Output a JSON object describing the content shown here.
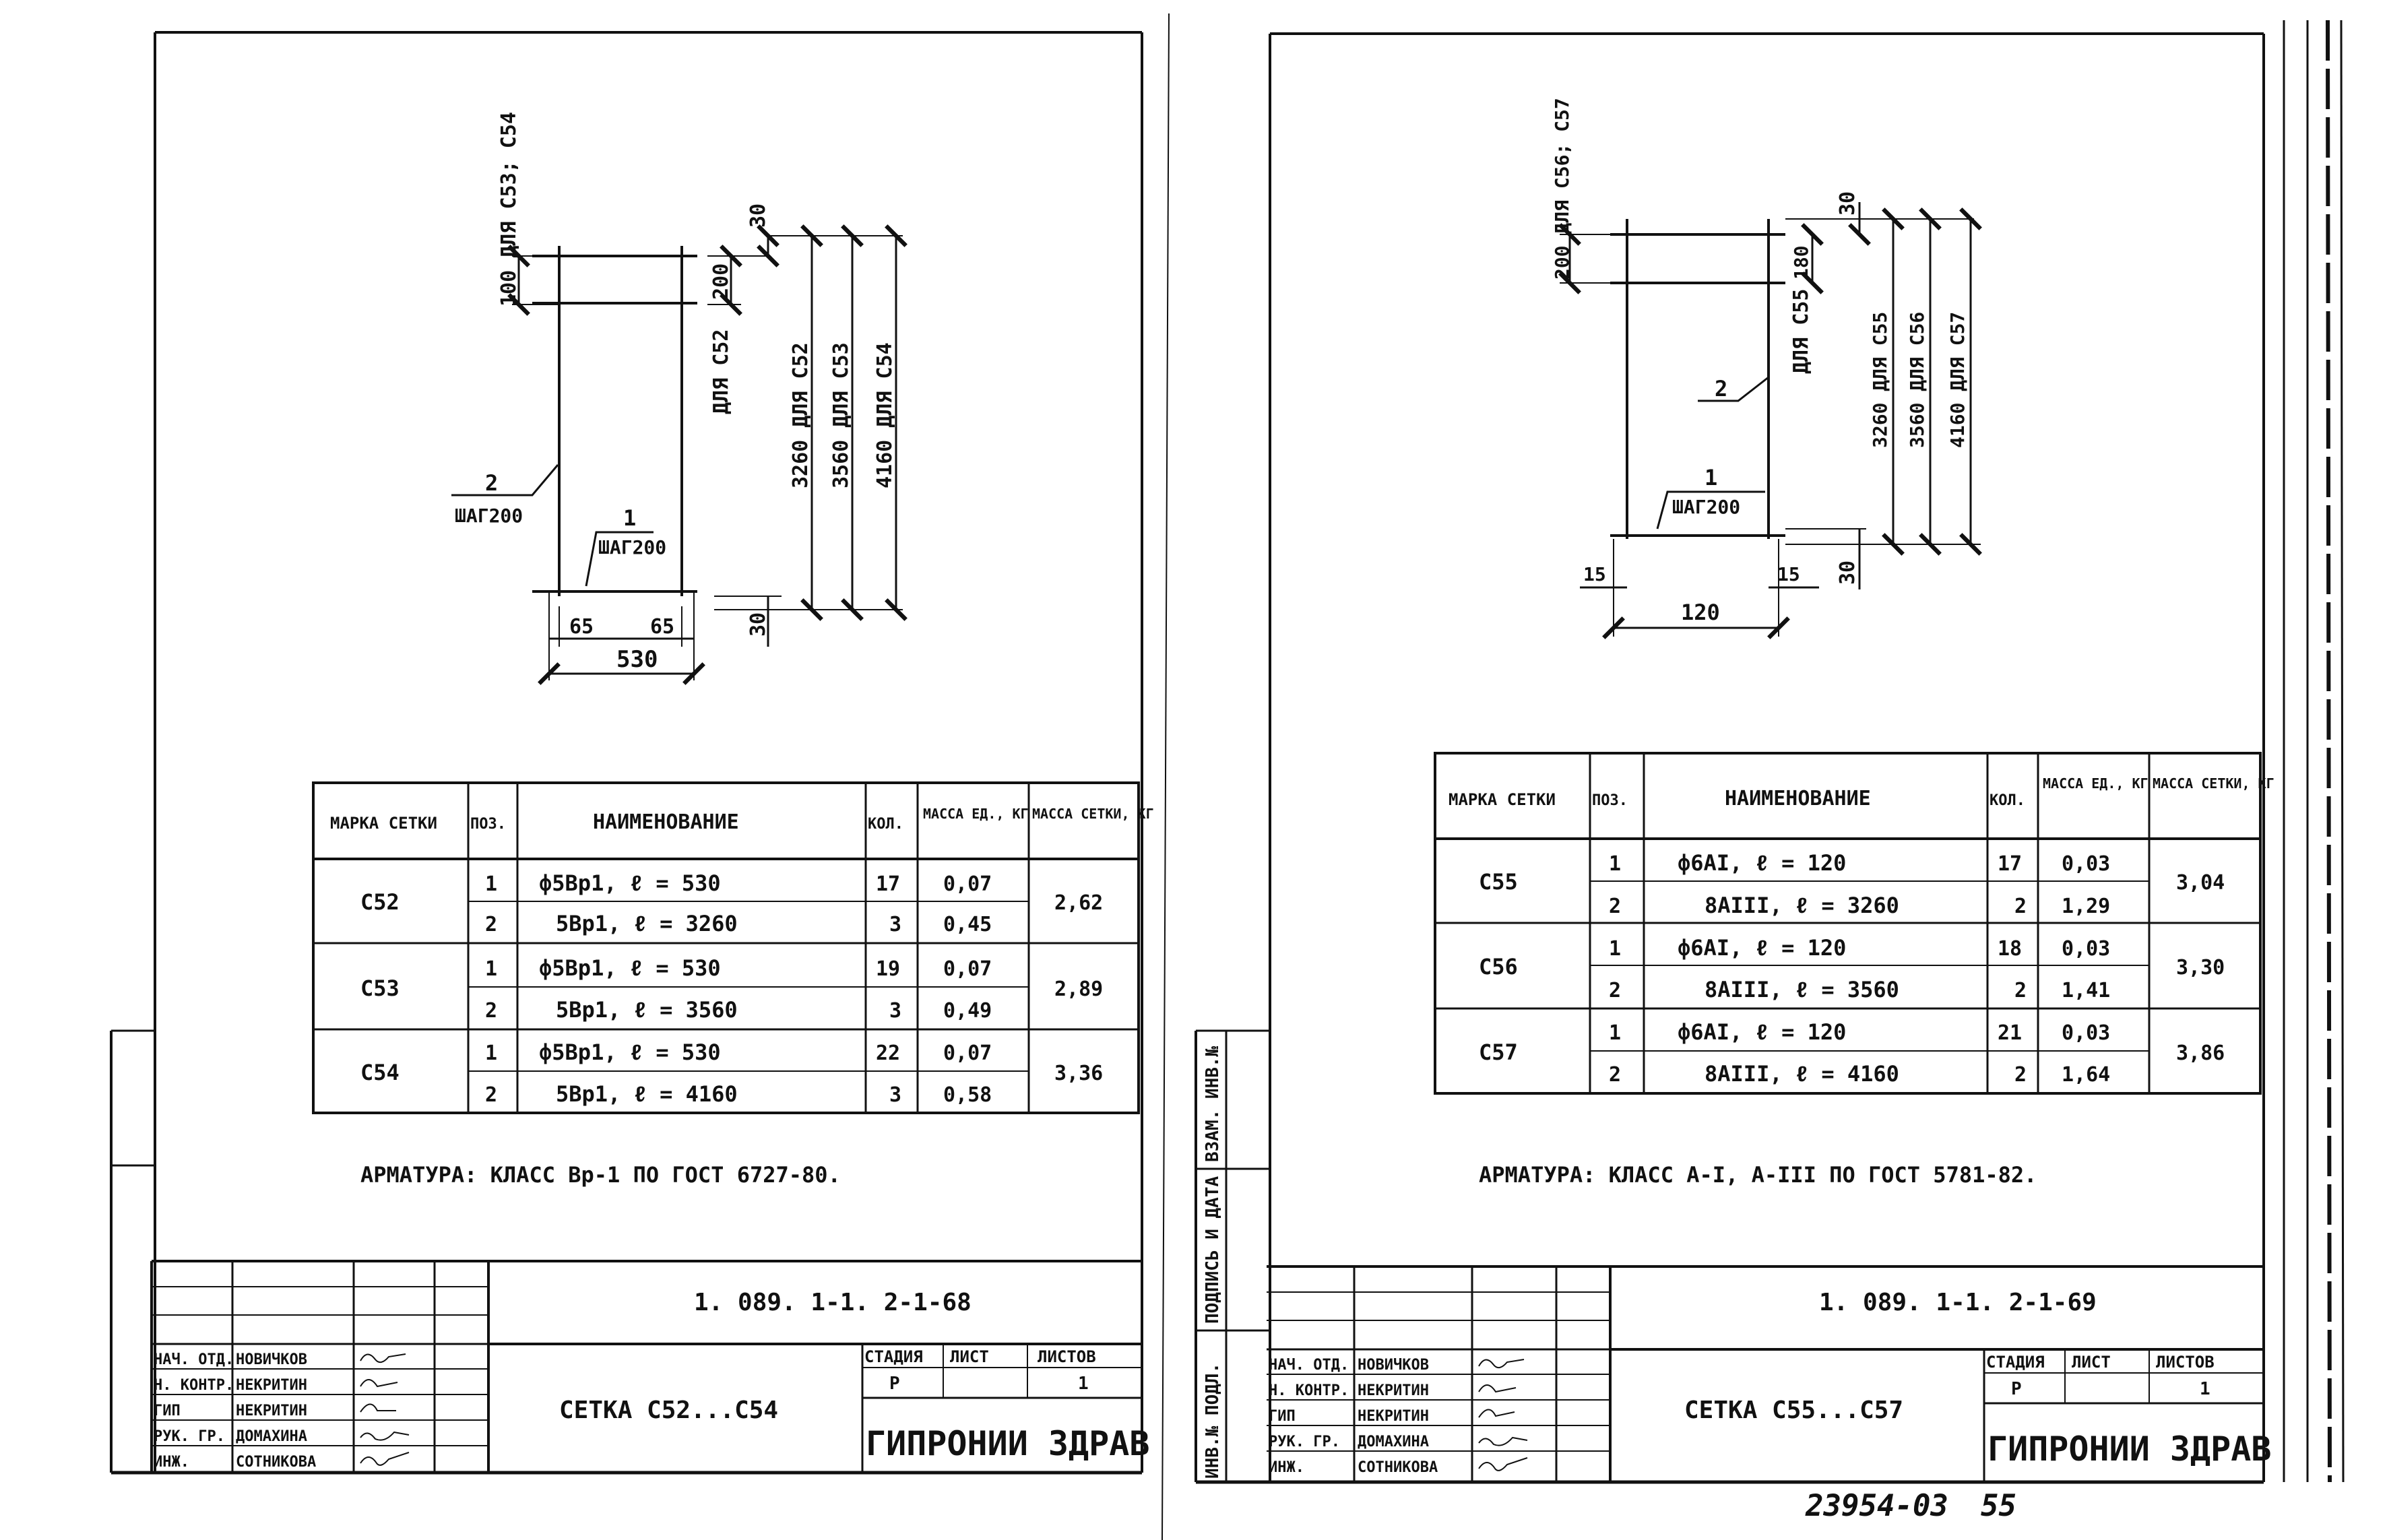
{
  "sheets": [
    {
      "sketch": {
        "top_band": "100 ДЛЯ С53; С54",
        "band_200": "200",
        "for_c52": "ДЛЯ С52",
        "top_30": "30",
        "len_c52": "3260 ДЛЯ С52",
        "len_c53": "3560 ДЛЯ С53",
        "len_c54": "4160 ДЛЯ С54",
        "bottom_30": "30",
        "pos2": "2",
        "pos2_step": "ШАГ200",
        "pos1": "1",
        "pos1_step": "ШАГ200",
        "left_65": "65",
        "right_65": "65",
        "width": "530"
      },
      "table": {
        "headers": [
          "МАРКА СЕТКИ",
          "ПОЗ.",
          "НАИМЕНОВАНИЕ",
          "КОЛ.",
          "МАССА ЕД., КГ",
          "МАССА СЕТКИ, КГ"
        ],
        "groups": [
          {
            "mark": "С52",
            "total": "2,62",
            "rows": [
              {
                "pos": "1",
                "name": "ф5Вр1,  ℓ =  530",
                "qty": "17",
                "mass": "0,07"
              },
              {
                "pos": "2",
                "name": "5Вр1,  ℓ = 3260",
                "qty": "3",
                "mass": "0,45"
              }
            ]
          },
          {
            "mark": "С53",
            "total": "2,89",
            "rows": [
              {
                "pos": "1",
                "name": "ф5Вр1,  ℓ =  530",
                "qty": "19",
                "mass": "0,07"
              },
              {
                "pos": "2",
                "name": "5Вр1,  ℓ = 3560",
                "qty": "3",
                "mass": "0,49"
              }
            ]
          },
          {
            "mark": "С54",
            "total": "3,36",
            "rows": [
              {
                "pos": "1",
                "name": "ф5Вр1,  ℓ =  530",
                "qty": "22",
                "mass": "0,07"
              },
              {
                "pos": "2",
                "name": "5Вр1,  ℓ = 4160",
                "qty": "3",
                "mass": "0,58"
              }
            ]
          }
        ]
      },
      "note": "АРМАТУРА: КЛАСС Вр-1 ПО  ГОСТ 6727-80.",
      "stamp": {
        "code": "1. 089. 1-1. 2-1-68",
        "title": "СЕТКА С52...С54",
        "stage_label": "СТАДИЯ",
        "sheet_label": "ЛИСТ",
        "sheets_label": "ЛИСТОВ",
        "stage": "Р",
        "sheets": "1",
        "org": "ГИПРОНИИ ЗДРАВ",
        "roles": [
          "НАЧ. ОТД.",
          "Н. КОНТР.",
          "ГИП",
          "РУК. ГР.",
          "ИНЖ."
        ],
        "names": [
          "НОВИЧКОВ",
          "НЕКРИТИН",
          "НЕКРИТИН",
          "ДОМАХИНА",
          "СОТНИКОВА"
        ]
      }
    },
    {
      "sketch": {
        "top_band": "200 ДЛЯ С56; С57",
        "top_30": "30",
        "band_180": "180",
        "for_c55": "ДЛЯ С55",
        "len_c55": "3260 ДЛЯ С55",
        "len_c56": "3560 ДЛЯ С56",
        "len_c57": "4160 ДЛЯ С57",
        "pos2": "2",
        "pos1": "1",
        "pos1_step": "ШАГ200",
        "left_15": "15",
        "right_15": "15",
        "bottom_30": "30",
        "width": "120"
      },
      "table": {
        "headers": [
          "МАРКА СЕТКИ",
          "ПОЗ.",
          "НАИМЕНОВАНИЕ",
          "КОЛ.",
          "МАССА ЕД., КГ",
          "МАССА СЕТКИ, КГ"
        ],
        "groups": [
          {
            "mark": "С55",
            "total": "3,04",
            "rows": [
              {
                "pos": "1",
                "name": "ф6АI,  ℓ =  120",
                "qty": "17",
                "mass": "0,03"
              },
              {
                "pos": "2",
                "name": "8АIII,  ℓ = 3260",
                "qty": "2",
                "mass": "1,29"
              }
            ]
          },
          {
            "mark": "С56",
            "total": "3,30",
            "rows": [
              {
                "pos": "1",
                "name": "ф6АI,  ℓ =  120",
                "qty": "18",
                "mass": "0,03"
              },
              {
                "pos": "2",
                "name": "8АIII,  ℓ = 3560",
                "qty": "2",
                "mass": "1,41"
              }
            ]
          },
          {
            "mark": "С57",
            "total": "3,86",
            "rows": [
              {
                "pos": "1",
                "name": "ф6АI,  ℓ =  120",
                "qty": "21",
                "mass": "0,03"
              },
              {
                "pos": "2",
                "name": "8АIII,  ℓ = 4160",
                "qty": "2",
                "mass": "1,64"
              }
            ]
          }
        ]
      },
      "note": "АРМАТУРА: КЛАСС А-I,  А-III ПО ГОСТ 5781-82.",
      "stamp": {
        "code": "1. 089. 1-1. 2-1-69",
        "title": "СЕТКА С55...С57",
        "stage_label": "СТАДИЯ",
        "sheet_label": "ЛИСТ",
        "sheets_label": "ЛИСТОВ",
        "stage": "Р",
        "sheets": "1",
        "org": "ГИПРОНИИ ЗДРАВ",
        "roles": [
          "НАЧ. ОТД.",
          "Н. КОНТР.",
          "ГИП",
          "РУК. ГР.",
          "ИНЖ."
        ],
        "names": [
          "НОВИЧКОВ",
          "НЕКРИТИН",
          "НЕКРИТИН",
          "ДОМАХИНА",
          "СОТНИКОВА"
        ]
      },
      "side_labels": [
        "ВЗАМ. ИНВ.№",
        "ПОДПИСЬ И ДАТА",
        "ИНВ.№ ПОДЛ."
      ]
    }
  ],
  "footer": {
    "archive_no": "23954-03",
    "page_no": "55"
  }
}
